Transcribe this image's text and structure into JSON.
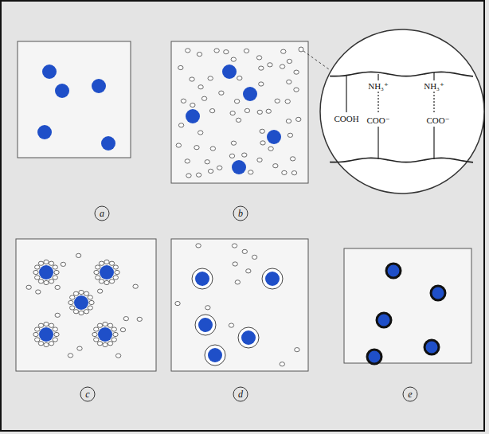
{
  "diagram": {
    "nodes": [
      {
        "text": [
          "COOH",
          "NH₃⁺",
          "COO⁻",
          "NH₃⁺",
          "COO⁻"
        ]
      }
    ],
    "labels": [
      "a",
      "b",
      "c",
      "d",
      "e"
    ]
  }
}
